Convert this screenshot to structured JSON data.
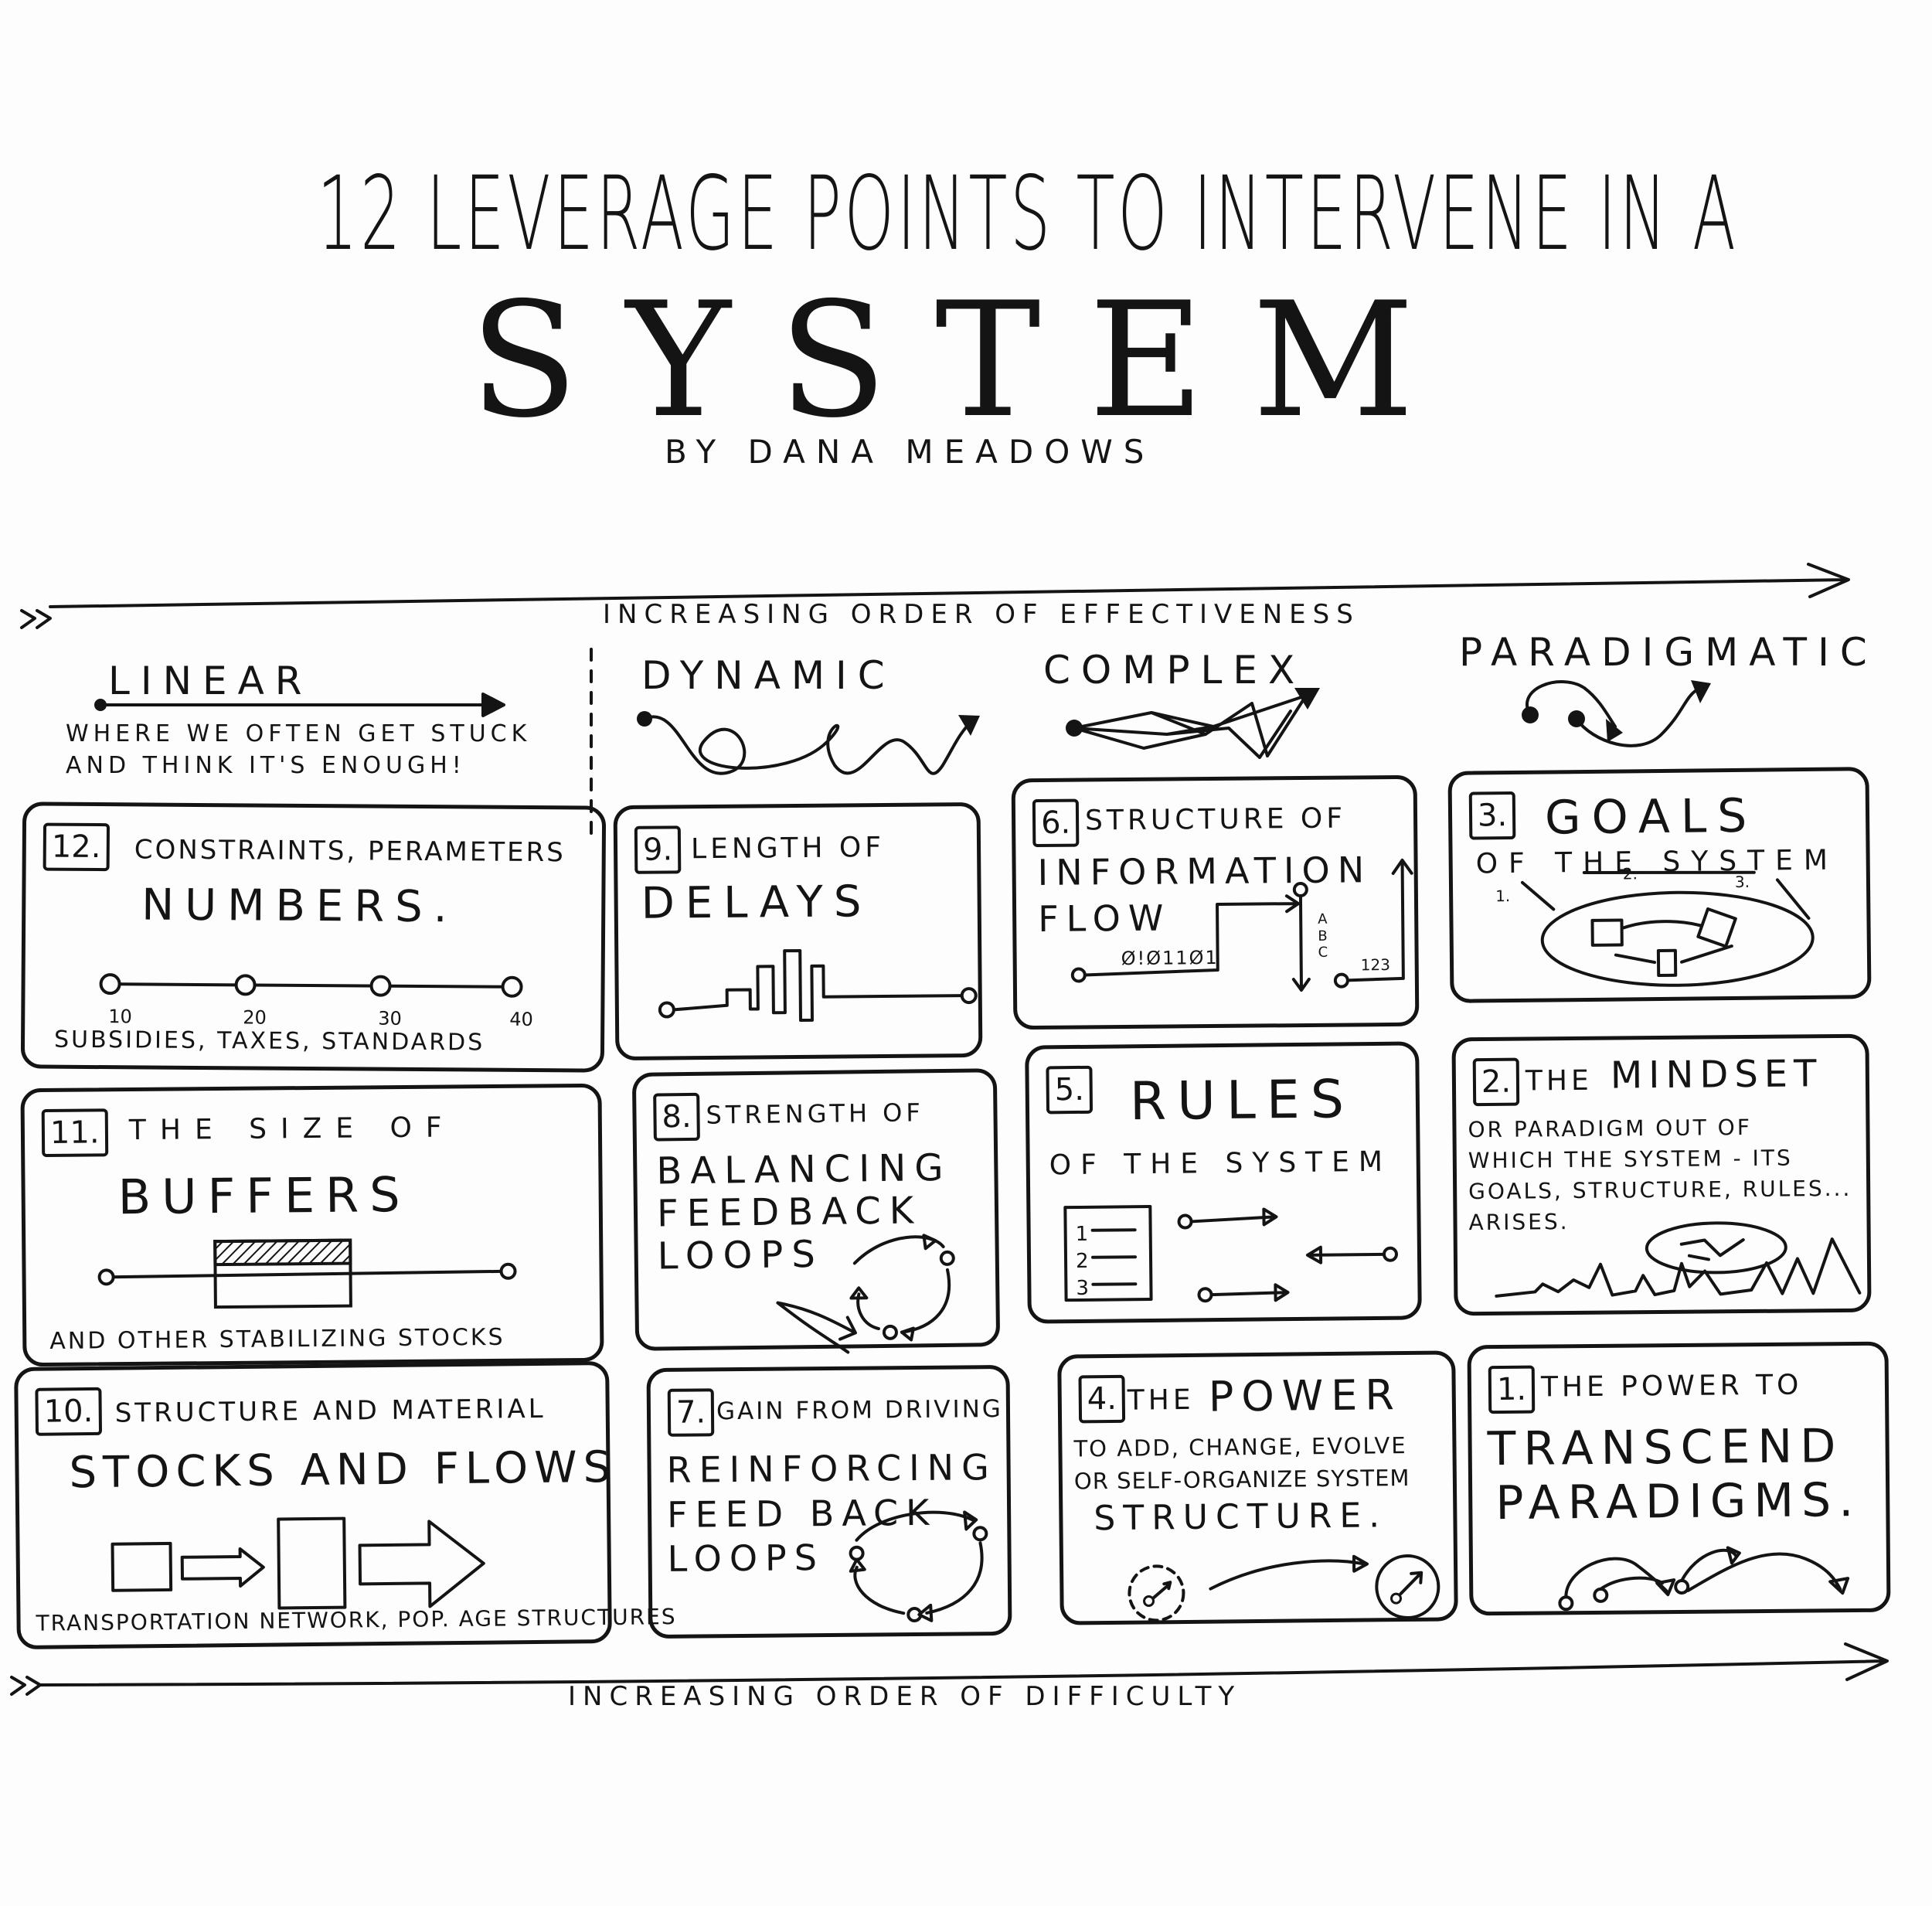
{
  "title": {
    "line1": "12 LEVERAGE POINTS TO INTERVENE IN A",
    "line2": "SYSTEM",
    "byline": "BY DANA MEADOWS"
  },
  "axes": {
    "top_label": "INCREASING ORDER OF EFFECTIVENESS",
    "bottom_label": "INCREASING ORDER OF DIFFICULTY"
  },
  "categories": {
    "linear": {
      "label": "LINEAR",
      "note": "WHERE WE OFTEN GET STUCK AND THINK IT'S ENOUGH!"
    },
    "dynamic": {
      "label": "DYNAMIC"
    },
    "complex": {
      "label": "COMPLEX"
    },
    "paradigmatic": {
      "label": "PARADIGMATIC"
    }
  },
  "points": {
    "p12": {
      "num": "12.",
      "line1": "CONSTRAINTS, PERAMETERS",
      "line2": "NUMBERS.",
      "footer": "SUBSIDIES, TAXES, STANDARDS",
      "ticks": [
        "10",
        "20",
        "30",
        "40"
      ]
    },
    "p11": {
      "num": "11.",
      "line1": "THE SIZE OF",
      "line2": "BUFFERS",
      "footer": "AND OTHER STABILIZING STOCKS"
    },
    "p10": {
      "num": "10.",
      "line1": "STRUCTURE AND MATERIAL",
      "line2": "STOCKS AND FLOWS",
      "footer": "TRANSPORTATION NETWORK, POP. AGE STRUCTURES"
    },
    "p9": {
      "num": "9.",
      "line1": "LENGTH OF",
      "line2": "DELAYS"
    },
    "p8": {
      "num": "8.",
      "line1": "STRENGTH OF",
      "line2a": "BALANCING",
      "line2b": "FEEDBACK",
      "line2c": "LOOPS"
    },
    "p7": {
      "num": "7.",
      "line1": "GAIN FROM DRIVING",
      "line2a": "REINFORCING",
      "line2b": "FEED BACK",
      "line2c": "LOOPS"
    },
    "p6": {
      "num": "6.",
      "line1": "STRUCTURE OF",
      "line2a": "INFORMATION",
      "line2b": "FLOW",
      "bits": "Ø!Ø11Ø1",
      "abc": "A B C",
      "nums": "123"
    },
    "p5": {
      "num": "5.",
      "line1": "RULES",
      "line2": "OF THE SYSTEM",
      "list": [
        "1",
        "2",
        "3"
      ]
    },
    "p4": {
      "num": "4.",
      "line1a": "THE",
      "line1b": "POWER",
      "line2": "TO ADD, CHANGE, EVOLVE",
      "line3": "OR SELF-ORGANIZE SYSTEM",
      "line4": "STRUCTURE."
    },
    "p3": {
      "num": "3.",
      "line1": "GOALS",
      "line2": "OF THE SYSTEM",
      "marks": [
        "1.",
        "2.",
        "3."
      ]
    },
    "p2": {
      "num": "2.",
      "line1a": "THE",
      "line1b": "MINDSET",
      "line2": "OR PARADIGM OUT OF",
      "line3": "WHICH THE SYSTEM - ITS",
      "line4": "GOALS, STRUCTURE, RULES...",
      "line5": "ARISES."
    },
    "p1": {
      "num": "1.",
      "line1": "THE POWER TO",
      "line2a": "TRANSCEND",
      "line2b": "PARADIGMS."
    }
  }
}
